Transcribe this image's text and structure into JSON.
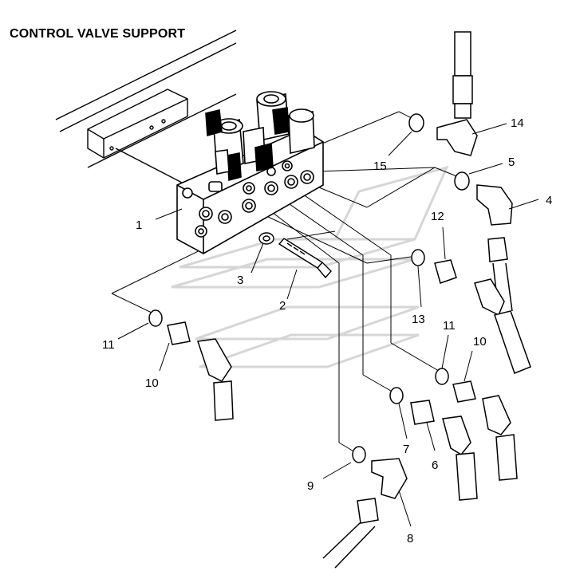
{
  "title": "CONTROL VALVE SUPPORT",
  "callouts": [
    "1",
    "2",
    "3",
    "4",
    "5",
    "6",
    "7",
    "8",
    "9",
    "10",
    "10",
    "11",
    "11",
    "12",
    "13",
    "14",
    "15"
  ],
  "colors": {
    "line": "#000000",
    "watermark": "#d8d8d8",
    "background": "#ffffff"
  }
}
